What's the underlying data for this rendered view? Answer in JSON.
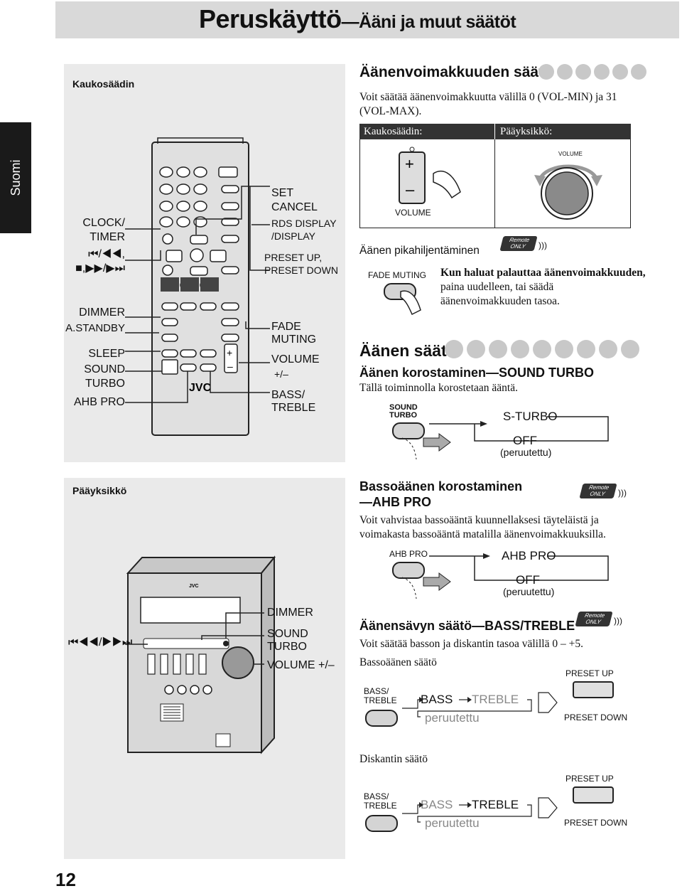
{
  "header": {
    "title": "Peruskäyttö",
    "subtitle": "—Ääni ja muut säätöt"
  },
  "side_tab": "Suomi",
  "page_number": "12",
  "remote_panel": {
    "label": "Kaukosäädin",
    "left_labels": [
      "CLOCK/",
      "TIMER",
      "⏮/◀◀,",
      "■,▶▶/▶⏭",
      "DIMMER",
      "A.STANDBY",
      "SLEEP",
      "SOUND",
      "TURBO",
      "AHB PRO"
    ],
    "right_labels": [
      "SET",
      "CANCEL",
      "RDS DISPLAY",
      "/DISPLAY",
      "PRESET UP,",
      "PRESET DOWN",
      "FADE",
      "MUTING",
      "VOLUME",
      "+/–",
      "BASS/",
      "TREBLE"
    ],
    "brand": "JVC"
  },
  "main_panel": {
    "label": "Pääyksikkö",
    "left_label": "⏮◀◀/▶▶⏭",
    "right_labels": [
      "DIMMER",
      "SOUND",
      "TURBO",
      "VOLUME +/–"
    ],
    "brand": "JVC"
  },
  "volume_section": {
    "title": "Äänenvoimakkuuden säätö",
    "text": "Voit säätää äänenvoimakkuutta välillä 0 (VOL-MIN) ja 31 (VOL-MAX).",
    "col_remote": "Kaukosäädin:",
    "col_main": "Pääyksikkö:",
    "remote_button": "VOLUME",
    "knob_label": "VOLUME",
    "quick_title": "Äänen pikahiljentäminen",
    "fade_label": "FADE MUTING",
    "quick_text_bold": "Kun haluat palauttaa äänenvoimakkuuden,",
    "quick_text": "paina uudelleen, tai säädä äänenvoimakkuuden tasoa."
  },
  "remote_badge": {
    "line1": "Remote",
    "line2": "ONLY"
  },
  "sound_section": {
    "title": "Äänen säätö",
    "turbo_title": "Äänen korostaminen—SOUND TURBO",
    "turbo_text": "Tällä toiminnolla korostetaan ääntä.",
    "turbo_btn": "SOUND TURBO",
    "turbo_on": "S-TURBO",
    "turbo_off": "OFF",
    "cancelled": "(peruutettu)",
    "ahb_title1": "Bassoäänen korostaminen",
    "ahb_title2": "—AHB PRO",
    "ahb_text": "Voit vahvistaa bassoääntä kuunnellaksesi täyteläistä ja voimakasta bassoääntä matalilla äänenvoimakkuuksilla.",
    "ahb_btn": "AHB PRO",
    "ahb_on": "AHB PRO",
    "ahb_off": "OFF",
    "tone_title": "Äänensävyn säätö—BASS/TREBLE",
    "tone_text": "Voit säätää basson ja diskantin tasoa välillä 0 – +5.",
    "bass_sub": "Bassoäänen säätö",
    "treble_sub": "Diskantin säätö",
    "bt_btn1": "BASS/",
    "bt_btn2": "TREBLE",
    "bass": "BASS",
    "treble": "TREBLE",
    "peruutettu": "peruutettu",
    "preset_up": "PRESET UP",
    "preset_down": "PRESET DOWN"
  }
}
